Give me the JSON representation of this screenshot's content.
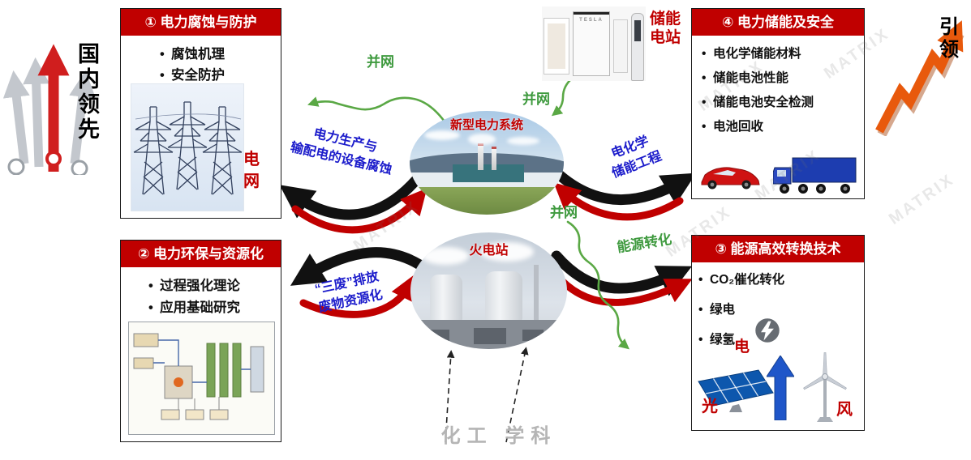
{
  "side": {
    "left_label": "国内领先",
    "right_label": "引领"
  },
  "watermark": "MATRIX",
  "boxes": {
    "box1": {
      "title": "① 电力腐蚀与防护",
      "bullets": [
        "腐蚀机理",
        "安全防护"
      ],
      "caption": "电网"
    },
    "box2": {
      "title": "② 电力环保与资源化",
      "bullets": [
        "过程强化理论",
        "应用基础研究"
      ]
    },
    "box3": {
      "title": "③ 能源高效转换技术",
      "bullets": [
        "CO₂催化转化",
        "绿电",
        "绿氢"
      ],
      "labels": {
        "electric": "电",
        "solar": "光",
        "wind": "风"
      }
    },
    "box4": {
      "title": "④ 电力储能及安全",
      "bullets": [
        "电化学储能材料",
        "储能电池性能",
        "储能电池安全检测",
        "电池回收"
      ]
    }
  },
  "center": {
    "system_label": "新型电力系统",
    "thermal_label": "火电站",
    "storage_station_label": "储能电站",
    "tesla_brand": "TESLA"
  },
  "flows": {
    "grid_label_1": "并网",
    "grid_label_2": "并网",
    "grid_label_3": "并网",
    "left_top_line1": "电力生产与",
    "left_top_line2": "输配电的设备腐蚀",
    "left_bottom_line1": "“三废”排放",
    "left_bottom_line2": "废物资源化",
    "right_top_line1": "电化学",
    "right_top_line2": "储能工程",
    "right_bottom": "能源转化"
  },
  "bottom_text": "化工 学科",
  "colors": {
    "accent_red": "#c00000",
    "blue_text": "#1c1ccb",
    "green_text": "#3f9a3f",
    "arrow_black": "#111111"
  }
}
